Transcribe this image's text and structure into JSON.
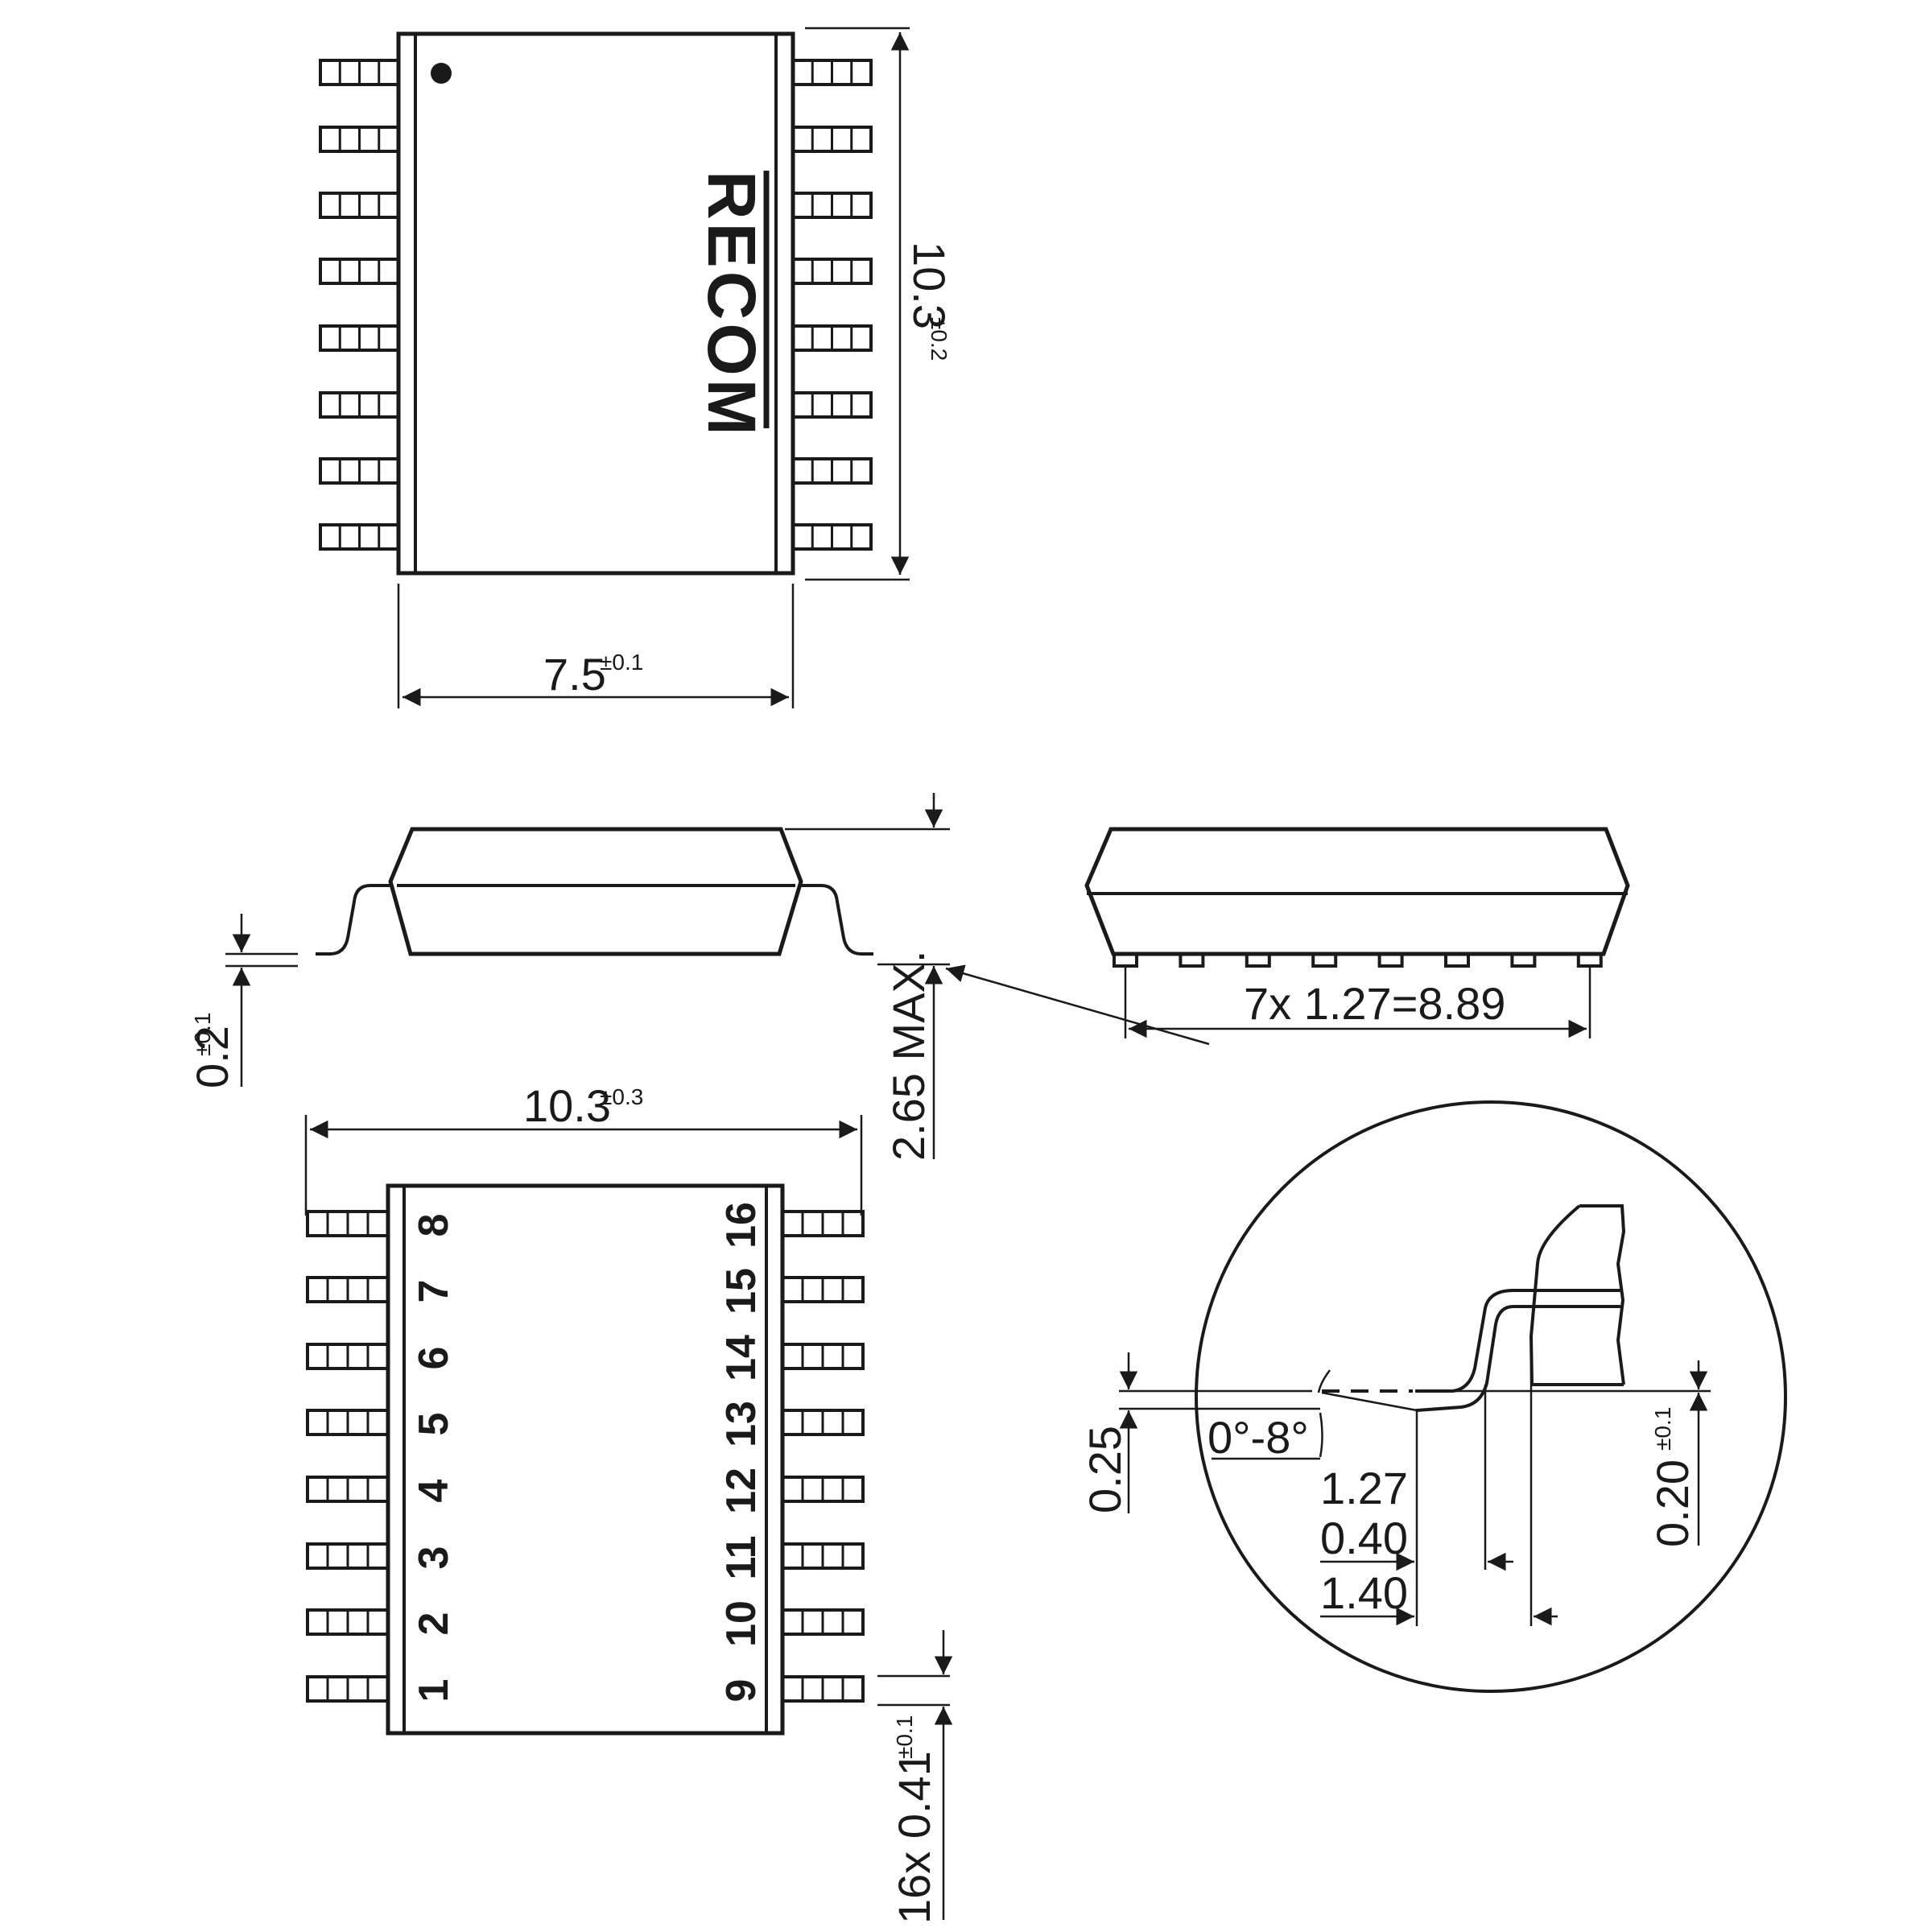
{
  "top_view": {
    "logo_text": "RECOM",
    "height_dim": "10.3",
    "height_tol": "±0.2",
    "width_dim": "7.5",
    "width_tol": "±0.1"
  },
  "side_view": {
    "standoff_dim": "0.2",
    "standoff_tol": "±0.1",
    "height_max": "2.65 MAX."
  },
  "end_view": {
    "pitch_dim": "7x 1.27=8.89"
  },
  "bottom_view": {
    "span_dim": "10.3",
    "span_tol": "±0.3",
    "pin_width_dim": "16x 0.41",
    "pin_width_tol": "±0.1",
    "left_pins": [
      "8",
      "7",
      "6",
      "5",
      "4",
      "3",
      "2",
      "1"
    ],
    "right_pins": [
      "16",
      "15",
      "14",
      "13",
      "12",
      "11",
      "10",
      "9"
    ]
  },
  "detail_view": {
    "lead_thickness": "0.25",
    "angle": "0°-8°",
    "dim_1": "1.27",
    "dim_2": "0.40",
    "dim_3": "1.40",
    "lead_height_dim": "0.20",
    "lead_height_tol": "±0.1"
  },
  "colors": {
    "line": "#1a1a1a",
    "background": "#ffffff"
  }
}
